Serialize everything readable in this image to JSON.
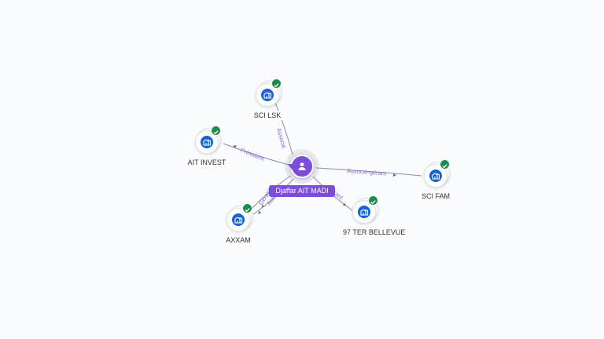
{
  "colors": {
    "background": "#f9fbfd",
    "person_accent": "#7c4ddb",
    "company_icon": "#1762d6",
    "verified_badge": "#1e8b4f",
    "edge": "#8e8aa3",
    "edge_label": "#7b6fd6"
  },
  "person": {
    "name": "Djaffar AIT MADI",
    "icon": "person-icon"
  },
  "companies": [
    {
      "name": "SCI LSK",
      "icon": "company-building-icon",
      "badge": "verified-check-icon"
    },
    {
      "name": "AIT INVEST",
      "icon": "company-building-icon",
      "badge": "verified-check-icon"
    },
    {
      "name": "SCI FAM",
      "icon": "company-building-icon",
      "badge": "verified-check-icon"
    },
    {
      "name": "97 TER BELLEVUE",
      "icon": "company-building-icon",
      "badge": "verified-check-icon"
    },
    {
      "name": "AXXAM",
      "icon": "company-building-icon",
      "badge": "verified-check-icon"
    }
  ],
  "relations": [
    {
      "company": "SCI LSK",
      "role": "Associé"
    },
    {
      "company": "AIT INVEST",
      "role": "Président"
    },
    {
      "company": "SCI FAM",
      "role": "Associé-gérant"
    },
    {
      "company": "97 TER BELLEVUE",
      "role": "Gérant"
    },
    {
      "company": "AXXAM",
      "role": "Gérant"
    },
    {
      "company": "AXXAM",
      "role": "Associé"
    }
  ]
}
